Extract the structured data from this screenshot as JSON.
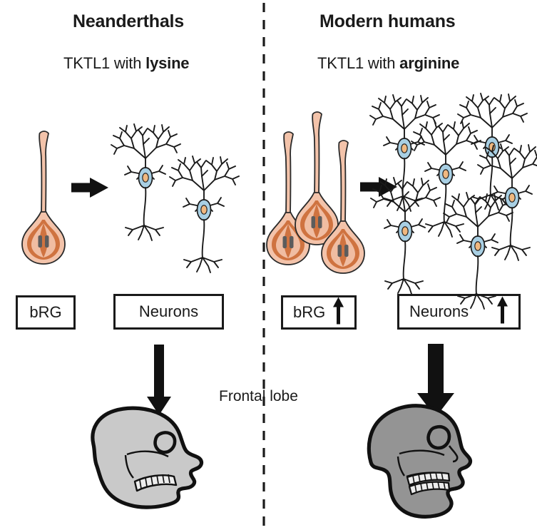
{
  "figure": {
    "caption_type": "scientific-diagram",
    "divider": "dashed-vertical",
    "background": "#ffffff"
  },
  "left_panel": {
    "title": "Neanderthals",
    "subtitle_prefix": "TKTL1 with ",
    "subtitle_emphasis": "lysine",
    "cells": {
      "brg_count": 1,
      "neuron_count": 2
    },
    "boxes": [
      {
        "label": "bRG",
        "arrow": false
      },
      {
        "label": "Neurons",
        "arrow": false
      }
    ],
    "skull": {
      "name": "neanderthal-skull",
      "fill": "#c9c9c9",
      "stroke": "#111111"
    }
  },
  "right_panel": {
    "title": "Modern humans",
    "subtitle_prefix": "TKTL1 with ",
    "subtitle_emphasis": "arginine",
    "cells": {
      "brg_count": 3,
      "neuron_count": 6
    },
    "boxes": [
      {
        "label": "bRG",
        "arrow": true
      },
      {
        "label": "Neurons",
        "arrow": true
      }
    ],
    "skull": {
      "name": "modern-human-skull",
      "fill": "#949494",
      "stroke": "#111111"
    }
  },
  "shared": {
    "frontal_lobe_label": "Frontal lobe"
  },
  "colors": {
    "brg_outer": "#f3c3aa",
    "brg_inner": "#cf7340",
    "brg_chromosome": "#5c5c5c",
    "neuron_soma": "#a8cfe3",
    "neuron_nucleus": "#f0b880",
    "neuron_stroke": "#1a1a1a",
    "ink": "#1a1a1a",
    "skull_neanderthal": "#c9c9c9",
    "skull_modern": "#949494"
  }
}
